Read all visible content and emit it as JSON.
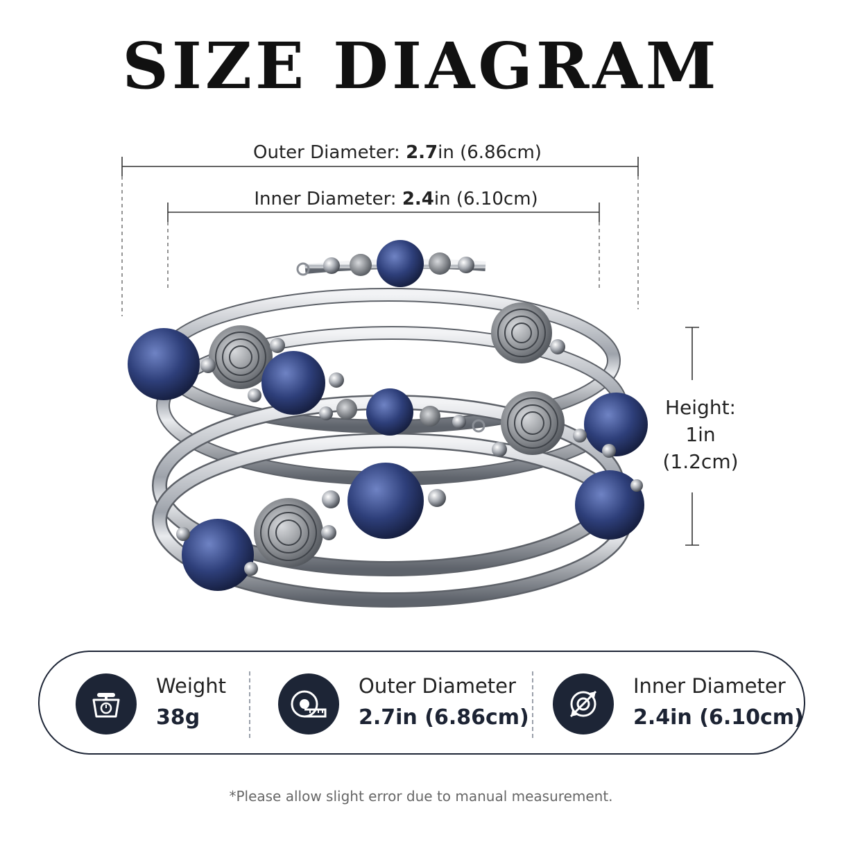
{
  "title": "SIZE DIAGRAM",
  "outer_dimension": {
    "prefix": "Outer Diameter: ",
    "value": "2.7",
    "suffix": "in (6.86cm)"
  },
  "inner_dimension": {
    "prefix": "Inner Diameter: ",
    "value": "2.4",
    "suffix": "in (6.10cm)"
  },
  "height_dimension": {
    "line1": "Height:",
    "line2": "1in",
    "line3": "(1.2cm)"
  },
  "specs": [
    {
      "icon": "scale-icon",
      "label": "Weight",
      "value": "38g"
    },
    {
      "icon": "tape-measure-icon",
      "label": "Outer Diameter",
      "value": "2.7in (6.86cm)"
    },
    {
      "icon": "diameter-icon",
      "label": "Inner Diameter",
      "value": "2.4in (6.10cm)"
    }
  ],
  "footnote": "*Please allow slight error due to manual measurement.",
  "colors": {
    "accent": "#1d2536",
    "bead": "#2e3f7a",
    "metal": "#b9bdc4"
  }
}
